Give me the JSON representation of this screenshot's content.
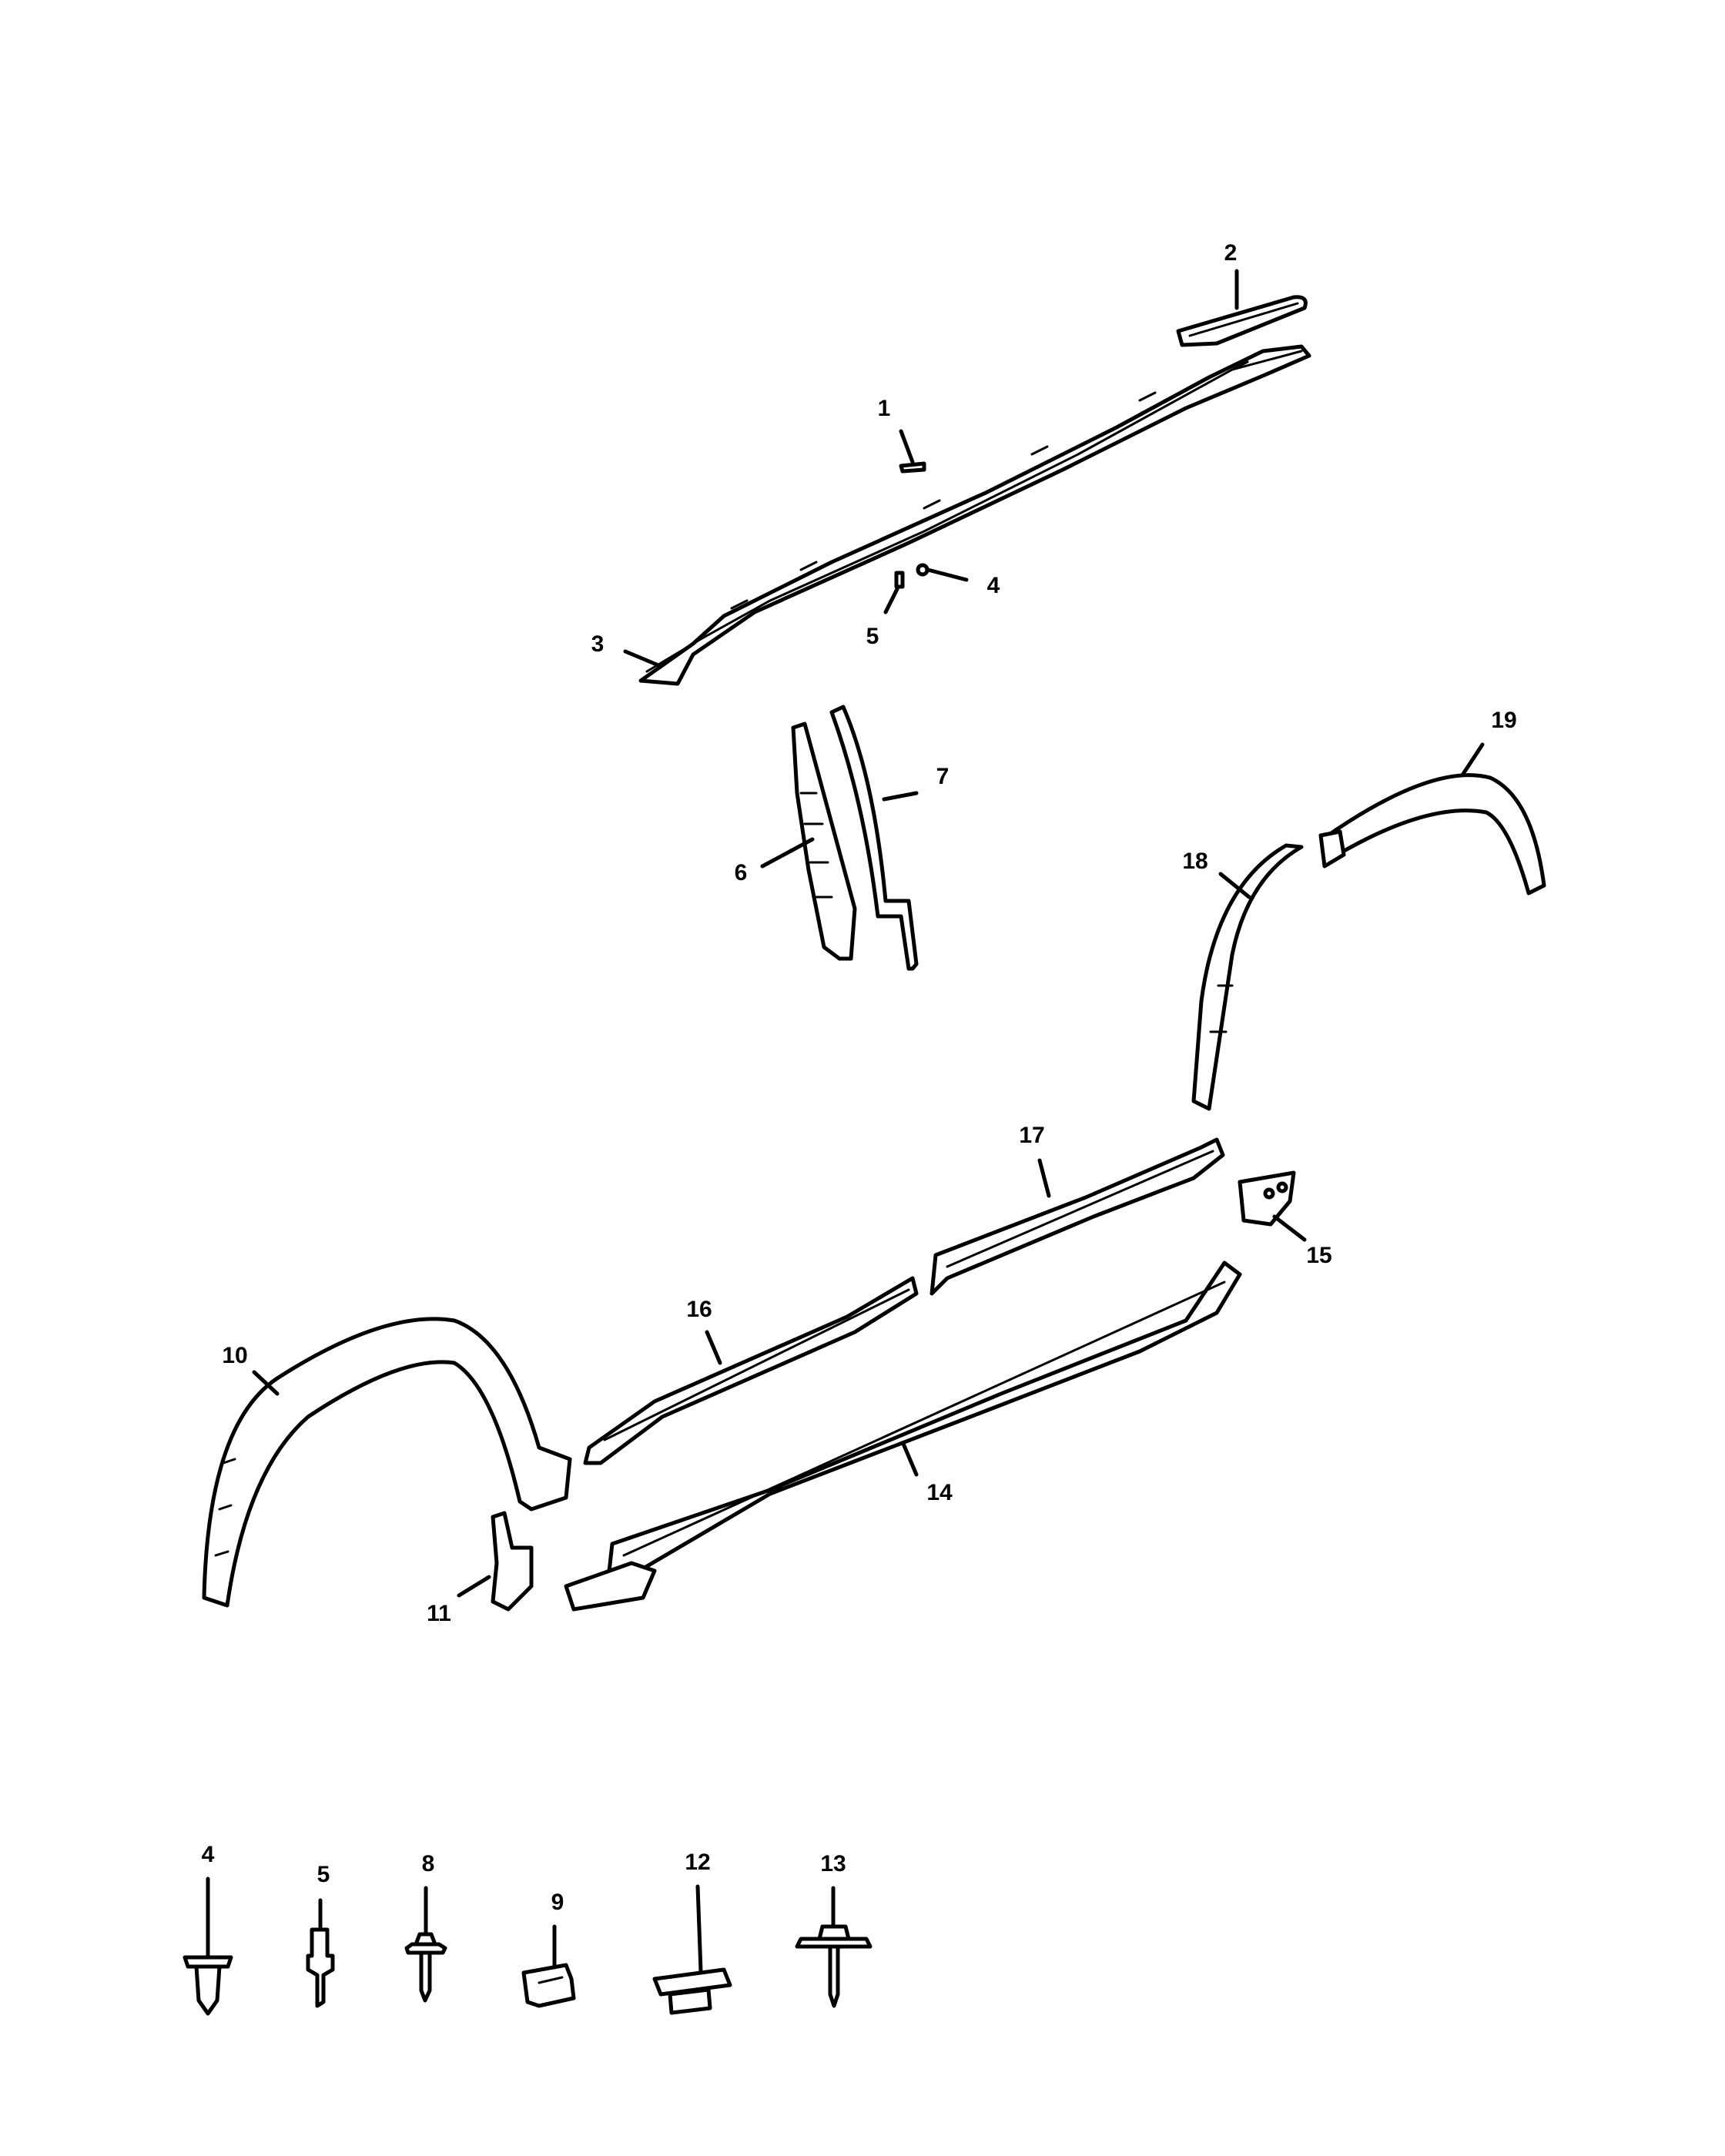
{
  "callouts": {
    "c1": "1",
    "c2": "2",
    "c3": "3",
    "c4": "4",
    "c5": "5",
    "c6": "6",
    "c7": "7",
    "c10": "10",
    "c11": "11",
    "c14": "14",
    "c15": "15",
    "c16": "16",
    "c17": "17",
    "c18": "18",
    "c19": "19"
  },
  "fastener_legend": {
    "f4": "4",
    "f5": "5",
    "f8": "8",
    "f9": "9",
    "f12": "12",
    "f13": "13"
  }
}
